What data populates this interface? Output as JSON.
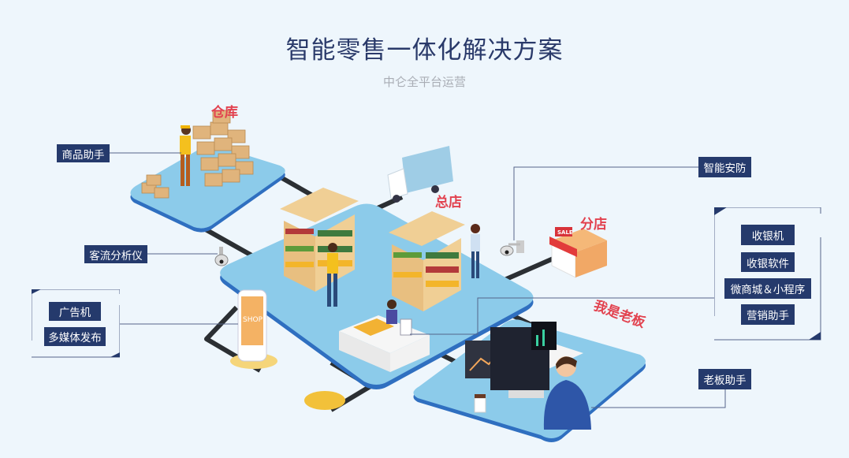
{
  "header": {
    "title": "智能零售一体化解决方案",
    "subtitle": "中仑全平台运营"
  },
  "labels": {
    "goods_assistant": "商品助手",
    "traffic_analyzer": "客流分析仪",
    "ad_machine": "广告机",
    "multimedia_publish": "多媒体发布",
    "smart_security": "智能安防",
    "cashier_machine": "收银机",
    "cashier_software": "收银软件",
    "mini_mall": "微商城＆小程序",
    "marketing_assistant": "营销助手",
    "boss_assistant": "老板助手"
  },
  "scene_signs": {
    "warehouse": "仓库",
    "main_store": "总店",
    "branch_store": "分店",
    "boss": "我是老板",
    "shop": "SHOP",
    "sale": "SALE"
  },
  "colors": {
    "background": "#eef6fc",
    "tag": "#253a6c",
    "title": "#2a3a6a",
    "platform": "#8ccbea",
    "platform_edge": "#2f6fc0",
    "sign": "#e2424f"
  }
}
